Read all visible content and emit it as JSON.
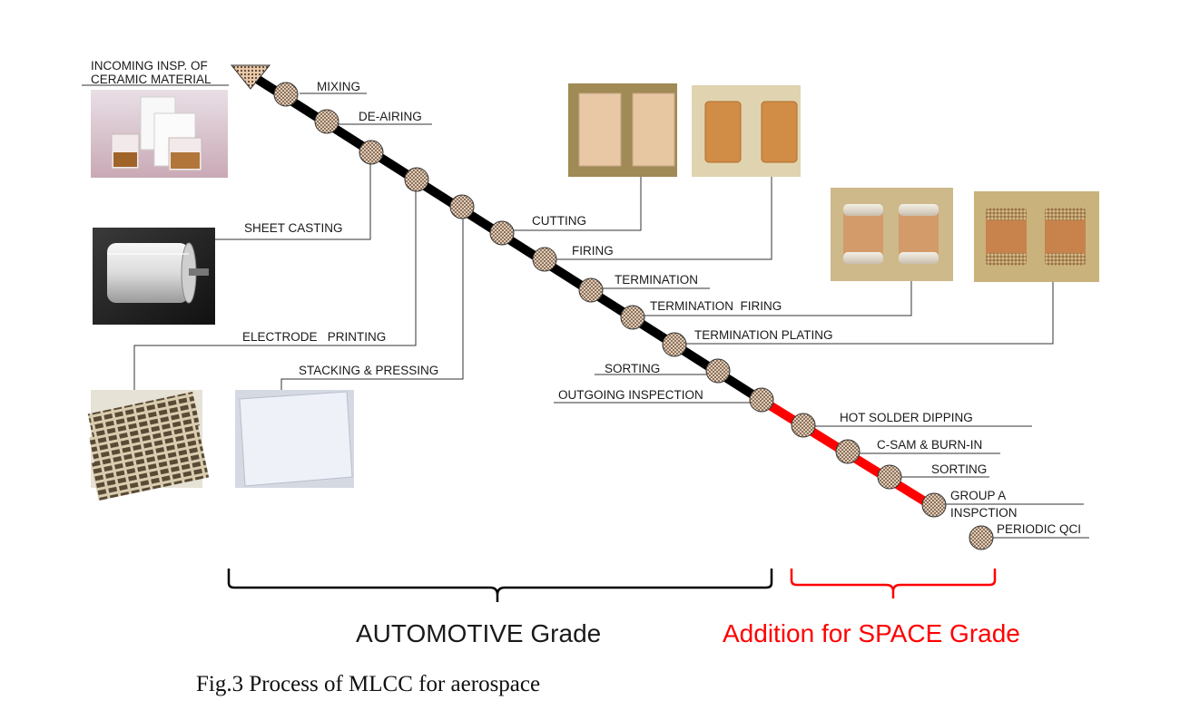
{
  "labels": {
    "incoming_1": "INCOMING INSP. OF",
    "incoming_2": "CERAMIC MATERIAL",
    "mixing": "MIXING",
    "deairing": "DE-AIRING",
    "sheet_casting": "SHEET CASTING",
    "electrode_printing": "ELECTRODE   PRINTING",
    "stacking_pressing": "STACKING & PRESSING",
    "cutting": "CUTTING",
    "firing": "FIRING",
    "termination": "TERMINATION",
    "termination_firing": "TERMINATION  FIRING",
    "termination_plating": "TERMINATION PLATING",
    "sorting": "SORTING",
    "outgoing_inspection": "OUTGOING INSPECTION",
    "hot_solder_dipping": "HOT SOLDER DIPPING",
    "csam_burnin": "C-SAM & BURN-IN",
    "sorting_space": "SORTING",
    "group_a_1": "GROUP A",
    "group_a_2": "INSPCTION",
    "periodic_qci": "PERIODIC QCI"
  },
  "groups": {
    "automotive": "AUTOMOTIVE Grade",
    "space": "Addition for SPACE Grade"
  },
  "caption": "Fig.3 Process of MLCC for aerospace",
  "colors": {
    "automotive_line": "#000000",
    "space_line": "#ff0000",
    "node_fill": "#f1d2b6",
    "space_text": "#ff0000"
  }
}
